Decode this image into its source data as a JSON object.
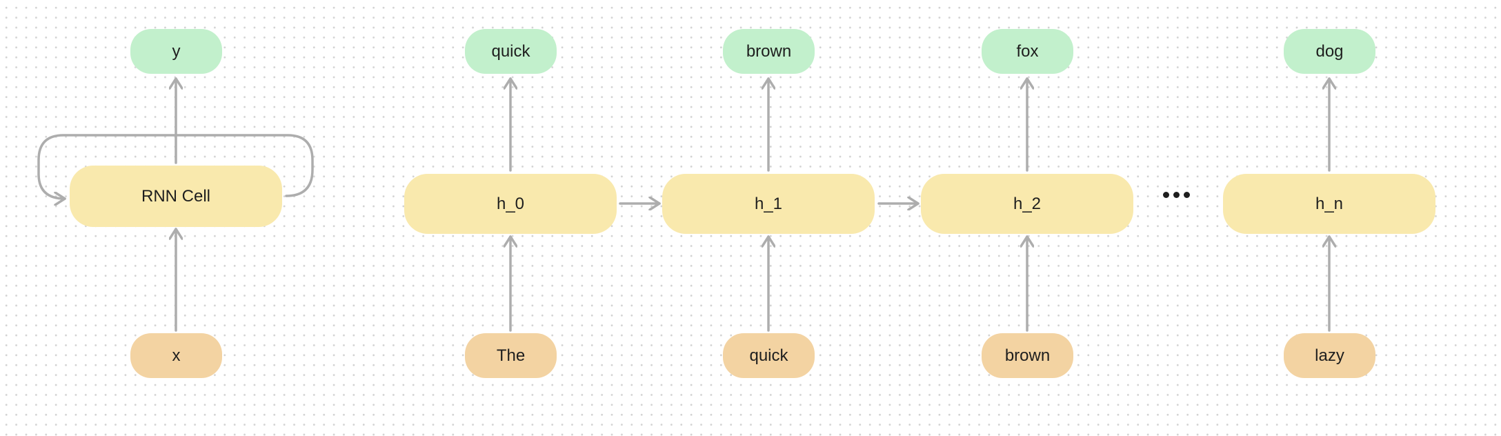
{
  "colors": {
    "output_fill": "#c2f0cc",
    "input_fill": "#f3d3a2",
    "hidden_fill": "#f9e9ad",
    "arrow": "#adadad",
    "text": "#1e1e1e"
  },
  "folded": {
    "output": "y",
    "cell": "RNN Cell",
    "input": "x"
  },
  "unrolled": {
    "outputs": [
      "quick",
      "brown",
      "fox",
      "dog"
    ],
    "hidden": [
      "h_0",
      "h_1",
      "h_2",
      "h_n"
    ],
    "inputs": [
      "The",
      "quick",
      "brown",
      "lazy"
    ],
    "ellipsis": "…"
  }
}
